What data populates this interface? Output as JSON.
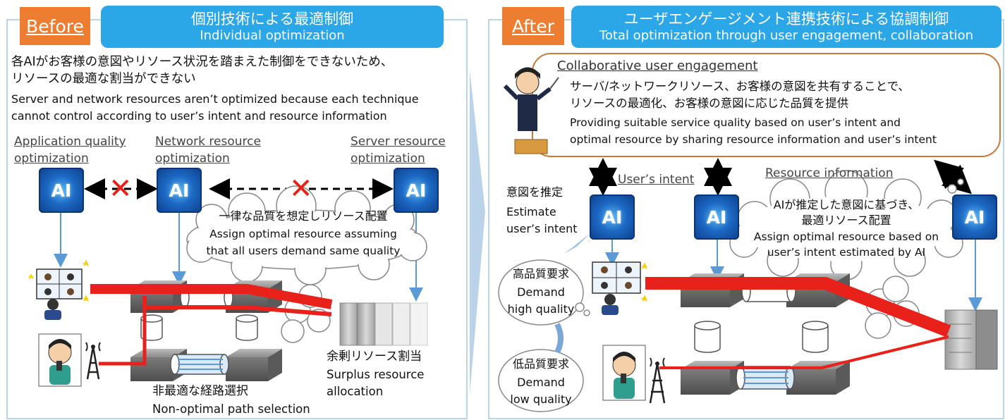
{
  "before": {
    "tag": "Before",
    "title_jp": "個別技術による最適制御",
    "title_en": "Individual optimization",
    "desc_jp_1": "各AIがお客様の意図やリソース状況を踏まえた制御をできないため、",
    "desc_jp_2": "リソースの最適な割当ができない",
    "desc_en_1": "Server and network resources aren’t optimized because each technique",
    "desc_en_2": "cannot control according to user’s intent and resource information",
    "label_app_1": "Application quality",
    "label_app_2": "optimization",
    "label_net_1": "Network resource",
    "label_net_2": "optimization",
    "label_srv_1": "Server resource",
    "label_srv_2": "optimization",
    "ai_label": "AI",
    "cloud_jp": "一律な品質を想定しリソース配置",
    "cloud_en_1": "Assign optimal resource assuming",
    "cloud_en_2": "that all users demand same quality",
    "surplus_jp": "余剰リソース割当",
    "surplus_en_1": "Surplus resource",
    "surplus_en_2": "allocation",
    "path_jp": "非最適な経路選択",
    "path_en": "Non-optimal path selection"
  },
  "after": {
    "tag": "After",
    "title_jp": "ユーザエンゲージメント連携技術による協調制御",
    "title_en": "Total optimization through user engagement, collaboration",
    "engage_title": "Collaborative user engagement",
    "engage_jp_1": "サーバ/ネットワークリソース、お客様の意図を共有することで、",
    "engage_jp_2": "リソースの最適化、お客様の意図に応じた品質を提供",
    "engage_en_1": "Providing suitable service quality based on user’s intent and",
    "engage_en_2": "optimal resource by sharing resource information and user’s intent",
    "users_intent": "User’s intent",
    "resource_info": "Resource information",
    "estimate_jp": "意図を推定",
    "estimate_en_1": "Estimate",
    "estimate_en_2": "user’s intent",
    "ai_label": "AI",
    "cloud_jp_1": "AIが推定した意図に基づき、",
    "cloud_jp_2": "最適リソース配置",
    "cloud_en_1": "Assign optimal resource based on",
    "cloud_en_2": "user’s intent estimated by AI",
    "high_jp": "高品質要求",
    "high_en_1": "Demand",
    "high_en_2": "high quality",
    "low_jp": "低品質要求",
    "low_en_1": "Demand",
    "low_en_2": "low quality"
  },
  "colors": {
    "tag": "#ed7d31",
    "banner": "#2ba6e6",
    "flow_red": "#e8211b",
    "connector_blue": "#5b9bd5",
    "engage_border": "#c67b3d"
  }
}
